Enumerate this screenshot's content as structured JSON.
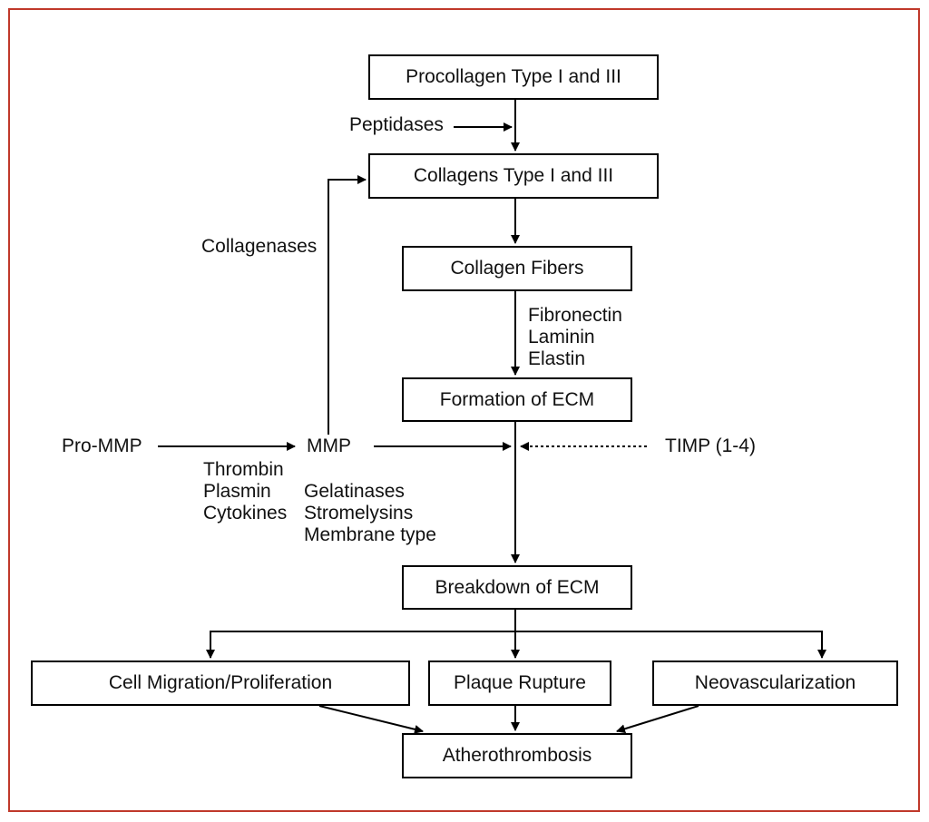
{
  "colors": {
    "frame": "#c0392b",
    "stroke": "#000000",
    "text": "#111111"
  },
  "nodes": {
    "procollagen": "Procollagen Type I and III",
    "collagens": "Collagens Type I and III",
    "collagen_fibers": "Collagen Fibers",
    "formation_ecm": "Formation of ECM",
    "breakdown_ecm": "Breakdown of ECM",
    "cell_migration": "Cell Migration/Proliferation",
    "plaque_rupture": "Plaque Rupture",
    "neovascularization": "Neovascularization",
    "atherothrombosis": "Atherothrombosis"
  },
  "labels": {
    "peptidases": "Peptidases",
    "collagenases": "Collagenases",
    "fibronectin": "Fibronectin",
    "laminin": "Laminin",
    "elastin": "Elastin",
    "pro_mmp": "Pro-MMP",
    "mmp": "MMP",
    "timp": "TIMP (1-4)",
    "thrombin": "Thrombin",
    "plasmin": "Plasmin",
    "cytokines": "Cytokines",
    "gelatinases": "Gelatinases",
    "stromelysins": "Stromelysins",
    "membrane_type": "Membrane type"
  }
}
